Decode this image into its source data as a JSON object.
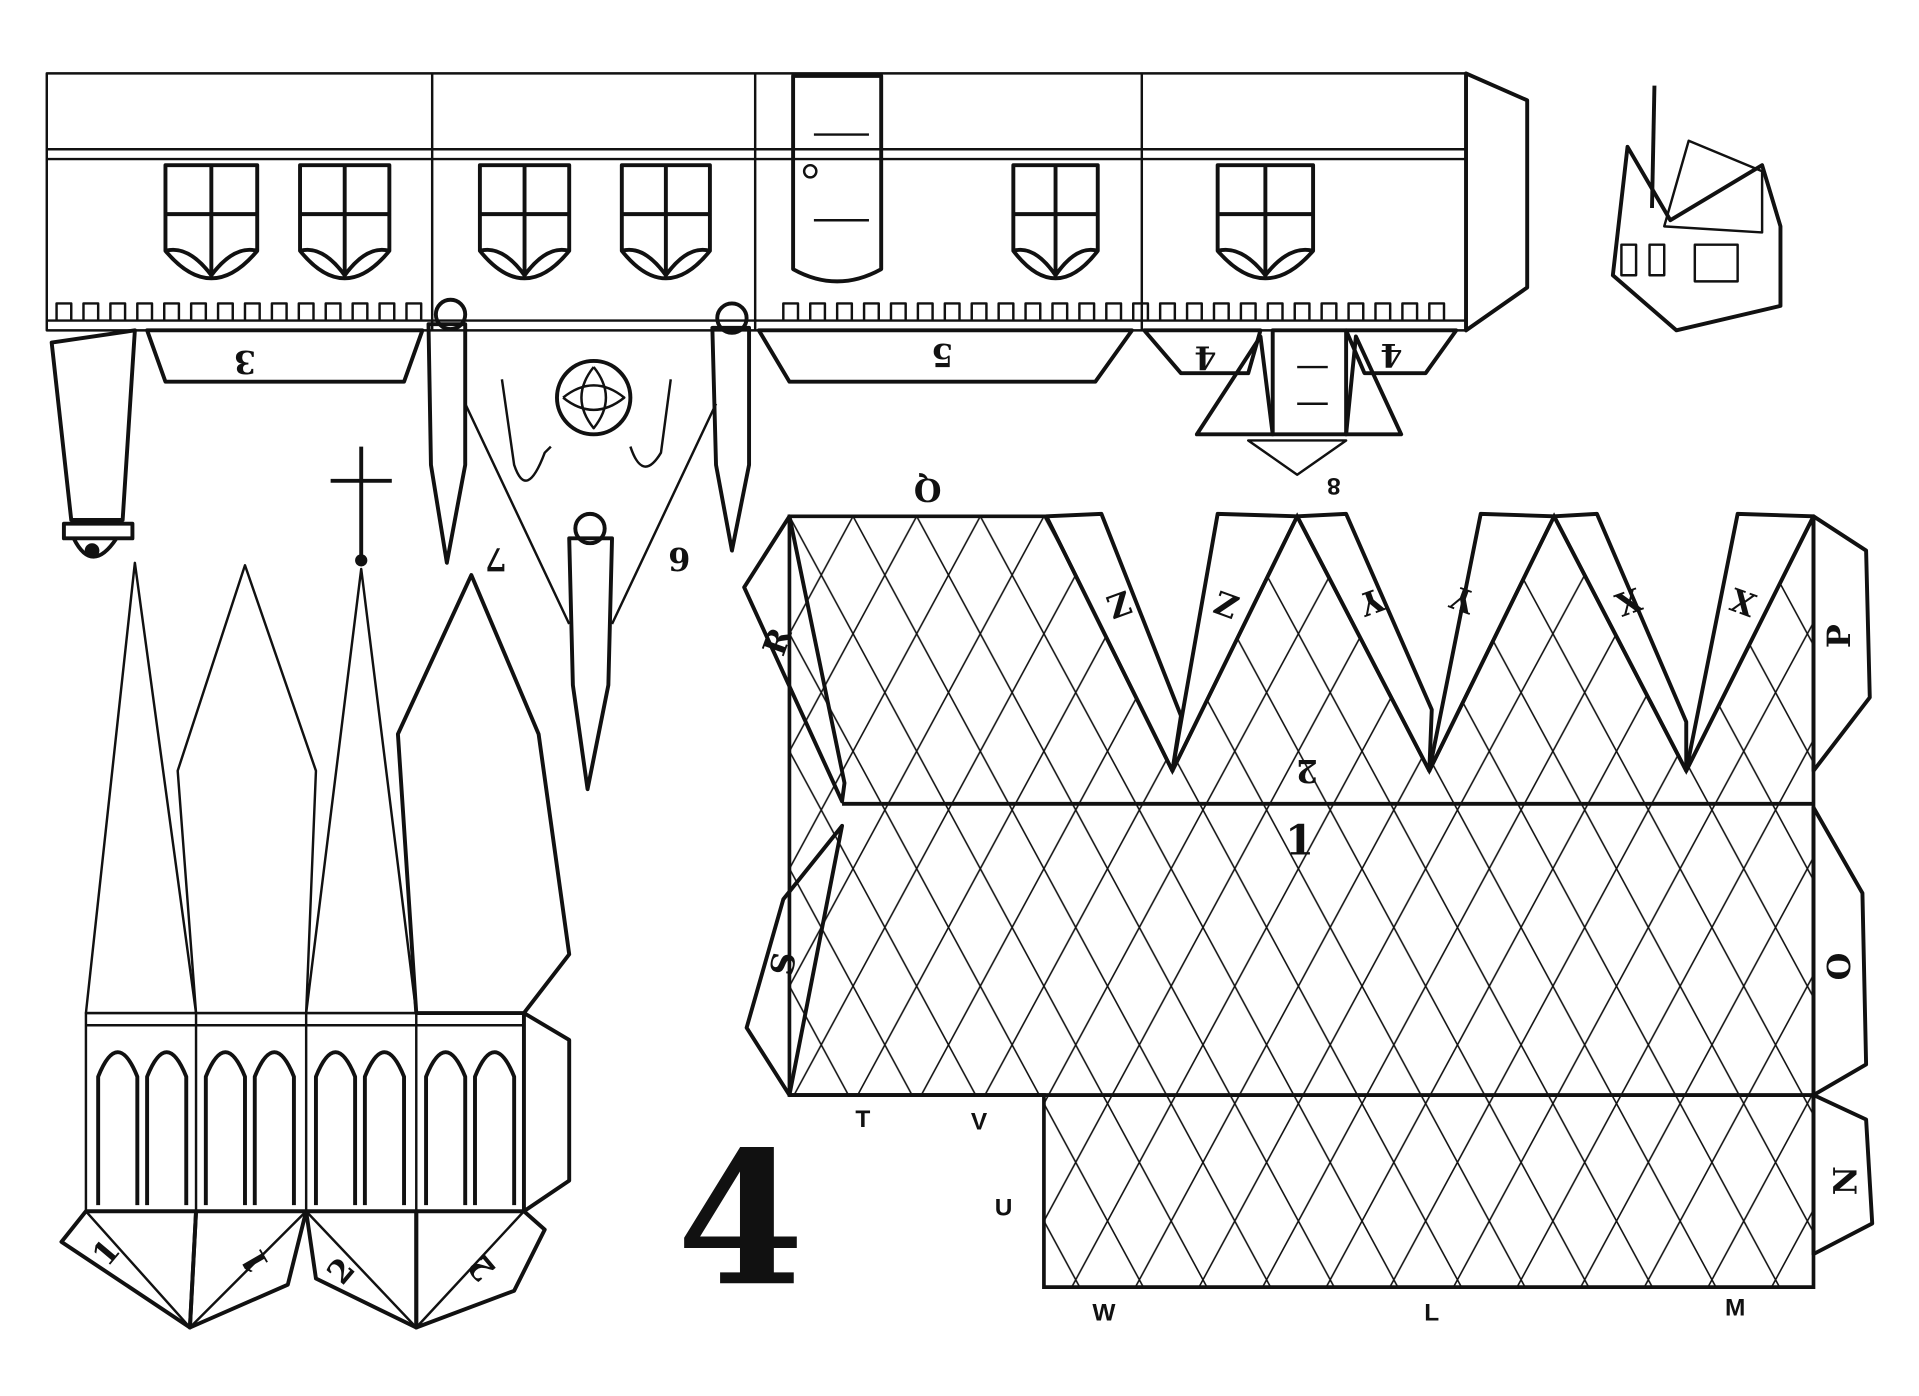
{
  "sheet": {
    "page_number": "4",
    "wall_tabs": [
      "3",
      "5",
      "4",
      "4",
      "8"
    ],
    "bracket_labels": [
      "7",
      "6"
    ],
    "roof_labels": [
      "Q",
      "R",
      "Z",
      "Z",
      "Y",
      "Y",
      "X",
      "X",
      "P",
      "2",
      "1",
      "S",
      "O",
      "N"
    ],
    "roof_markers": [
      "T",
      "V",
      "U",
      "W",
      "L",
      "M"
    ],
    "tower_tabs": [
      "1",
      "1",
      "2",
      "2"
    ]
  }
}
